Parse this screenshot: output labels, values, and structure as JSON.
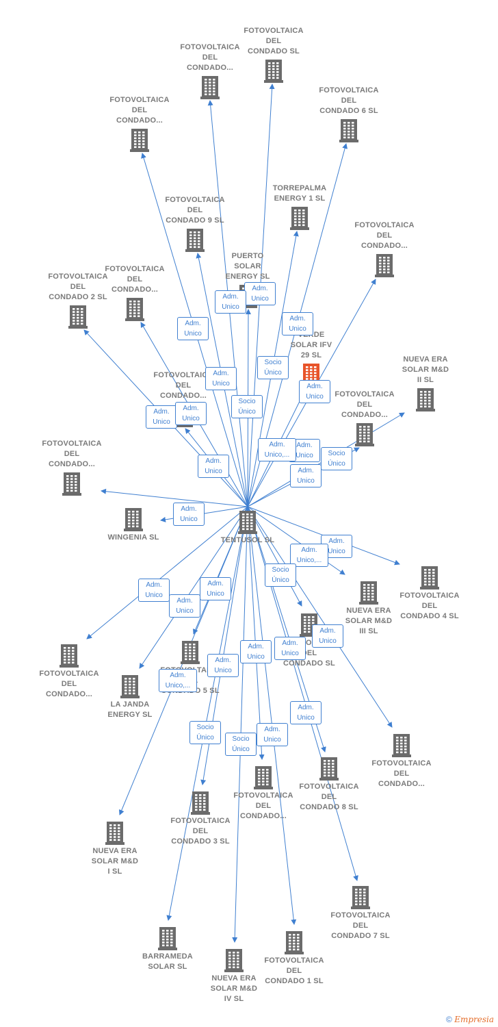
{
  "nodes": [
    {
      "id": "center",
      "label": "TENTUSOL SL",
      "color": "#6b6b6b",
      "label_pos": "below"
    },
    {
      "id": "n1",
      "label": "FOTOVOLTAICA\nDEL\nCONDADO SL",
      "color": "#6b6b6b",
      "label_pos": "above"
    },
    {
      "id": "n2",
      "label": "FOTOVOLTAICA\nDEL\nCONDADO...",
      "color": "#6b6b6b",
      "label_pos": "above"
    },
    {
      "id": "n3",
      "label": "FOTOVOLTAICA\nDEL\nCONDADO...",
      "color": "#6b6b6b",
      "label_pos": "above"
    },
    {
      "id": "n4",
      "label": "FOTOVOLTAICA\nDEL\nCONDADO 6 SL",
      "color": "#6b6b6b",
      "label_pos": "above"
    },
    {
      "id": "n5",
      "label": "TORREPALMA\nENERGY 1  SL",
      "color": "#6b6b6b",
      "label_pos": "above"
    },
    {
      "id": "n6",
      "label": "FOTOVOLTAICA\nDEL\nCONDADO 9 SL",
      "color": "#6b6b6b",
      "label_pos": "above"
    },
    {
      "id": "n7",
      "label": "FOTOVOLTAICA\nDEL\nCONDADO...",
      "color": "#6b6b6b",
      "label_pos": "above"
    },
    {
      "id": "n8",
      "label": "PUERTO\nSOLAR\nENERGY  SL",
      "color": "#6b6b6b",
      "label_pos": "above"
    },
    {
      "id": "n9",
      "label": "FOTOVOLTAICA\nDEL\nCONDADO 2 SL",
      "color": "#6b6b6b",
      "label_pos": "above"
    },
    {
      "id": "n10",
      "label": "FOTOVOLTAICA\nDEL\nCONDADO...",
      "color": "#6b6b6b",
      "label_pos": "above"
    },
    {
      "id": "n11",
      "label": "VERDE\nSOLAR IFV\n29  SL",
      "color": "#e8542a",
      "label_pos": "above"
    },
    {
      "id": "n12",
      "label": "NUEVA ERA\nSOLAR M&D\nII  SL",
      "color": "#6b6b6b",
      "label_pos": "above"
    },
    {
      "id": "n13",
      "label": "FOTOVOLTAICA\nDEL\nCONDADO...",
      "color": "#6b6b6b",
      "label_pos": "above"
    },
    {
      "id": "n14",
      "label": "FOTOVOLTAICA\nDEL\nCONDADO...",
      "color": "#6b6b6b",
      "label_pos": "above"
    },
    {
      "id": "n15",
      "label": "FOTOVOLTAICA\nDEL\nCONDADO...",
      "color": "#6b6b6b",
      "label_pos": "above"
    },
    {
      "id": "n16",
      "label": "WINGENIA SL",
      "color": "#6b6b6b",
      "label_pos": "below"
    },
    {
      "id": "n17",
      "label": "FOTOVOLTAICA\nDEL\nCONDADO 4 SL",
      "color": "#6b6b6b",
      "label_pos": "below"
    },
    {
      "id": "n18",
      "label": "NUEVA ERA\nSOLAR M&D\nIII  SL",
      "color": "#6b6b6b",
      "label_pos": "below"
    },
    {
      "id": "n19",
      "label": "FOTOVOLTAICA\nDEL\nCONDADO SL",
      "color": "#6b6b6b",
      "label_pos": "below"
    },
    {
      "id": "n20",
      "label": "FOTOVOLTAICA\nDEL\nCONDADO...",
      "color": "#6b6b6b",
      "label_pos": "below"
    },
    {
      "id": "n21",
      "label": "LA JANDA\nENERGY  SL",
      "color": "#6b6b6b",
      "label_pos": "below"
    },
    {
      "id": "n22",
      "label": "FOTOVOLTAICA\nDEL\nCONDADO 5 SL",
      "color": "#6b6b6b",
      "label_pos": "below"
    },
    {
      "id": "n23",
      "label": "FOTOVOLTAICA\nDEL\nCONDADO...",
      "color": "#6b6b6b",
      "label_pos": "below"
    },
    {
      "id": "n24",
      "label": "FOTOVOLTAICA\nDEL\nCONDADO 8 SL",
      "color": "#6b6b6b",
      "label_pos": "below"
    },
    {
      "id": "n25",
      "label": "FOTOVOLTAICA\nDEL\nCONDADO...",
      "color": "#6b6b6b",
      "label_pos": "below"
    },
    {
      "id": "n26",
      "label": "FOTOVOLTAICA\nDEL\nCONDADO 3 SL",
      "color": "#6b6b6b",
      "label_pos": "below"
    },
    {
      "id": "n27",
      "label": "NUEVA ERA\nSOLAR M&D\nI  SL",
      "color": "#6b6b6b",
      "label_pos": "below"
    },
    {
      "id": "n28",
      "label": "FOTOVOLTAICA\nDEL\nCONDADO 7 SL",
      "color": "#6b6b6b",
      "label_pos": "below"
    },
    {
      "id": "n29",
      "label": "BARRAMEDA\nSOLAR  SL",
      "color": "#6b6b6b",
      "label_pos": "below"
    },
    {
      "id": "n30",
      "label": "NUEVA ERA\nSOLAR M&D\nIV  SL",
      "color": "#6b6b6b",
      "label_pos": "below"
    },
    {
      "id": "n31",
      "label": "FOTOVOLTAICA\nDEL\nCONDADO 1 SL",
      "color": "#6b6b6b",
      "label_pos": "below"
    }
  ],
  "edges": [
    {
      "to": "n1",
      "label": "Adm.\nUnico"
    },
    {
      "to": "n2",
      "label": "Adm.\nUnico"
    },
    {
      "to": "n3",
      "label": "Adm.\nUnico"
    },
    {
      "to": "n4",
      "label": "Adm.\nUnico"
    },
    {
      "to": "n5",
      "label": "Socio\nÚnico"
    },
    {
      "to": "n6",
      "label": "Adm.\nUnico"
    },
    {
      "to": "n7",
      "label": "Adm.\nUnico"
    },
    {
      "to": "n8",
      "label": "Socio\nÚnico"
    },
    {
      "to": "n9",
      "label": "Adm.\nUnico"
    },
    {
      "to": "n10",
      "label": "Adm.\nUnico"
    },
    {
      "to": "n11",
      "label": "Adm.\nUnico"
    },
    {
      "to": "n12",
      "label": "Socio\nÚnico"
    },
    {
      "to": "n13",
      "label": "Adm.\nUnico,..."
    },
    {
      "to": "n14",
      "label": "Adm.\nUnico"
    },
    {
      "to": "n15",
      "label": "Adm.\nUnico"
    },
    {
      "to": "n16",
      "label": "Adm.\nUnico"
    },
    {
      "to": "n17",
      "label": "Adm.\nUnico"
    },
    {
      "to": "n18",
      "label": "Adm.\nUnico,..."
    },
    {
      "to": "n19",
      "label": "Socio\nÚnico"
    },
    {
      "to": "n20",
      "label": "Adm.\nUnico"
    },
    {
      "to": "n21",
      "label": "Adm.\nUnico"
    },
    {
      "to": "n22",
      "label": "Adm.\nUnico"
    },
    {
      "to": "n23",
      "label": "Adm.\nUnico"
    },
    {
      "to": "n24",
      "label": "Adm.\nUnico"
    },
    {
      "to": "n25",
      "label": "Adm.\nUnico"
    },
    {
      "to": "n26",
      "label": "Adm.\nUnico,..."
    },
    {
      "to": "n27",
      "label": "Socio\nÚnico"
    },
    {
      "to": "n28",
      "label": "Adm.\nUnico"
    },
    {
      "to": "n29",
      "label": "Socio\nÚnico"
    },
    {
      "to": "n30",
      "label": "Adm.\nUnico"
    },
    {
      "to": "n31",
      "label": "Adm.\nUnico"
    }
  ],
  "colors": {
    "edge": "#3f7fd0",
    "node": "#6b6b6b",
    "highlight": "#e8542a"
  },
  "footer": {
    "copyright": "©",
    "brand": "Empresia"
  }
}
